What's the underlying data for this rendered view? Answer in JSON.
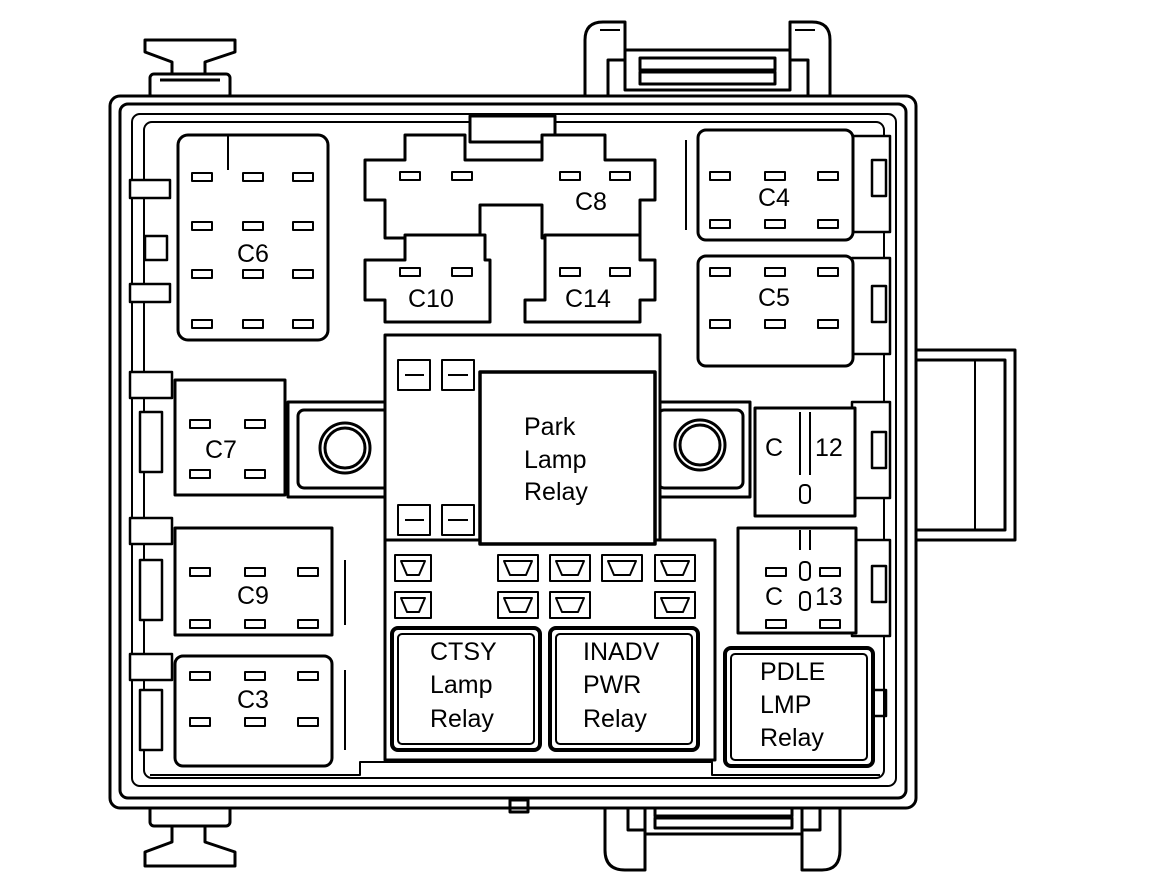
{
  "connectors": {
    "c6": "C6",
    "c8": "C8",
    "c4": "C4",
    "c10": "C10",
    "c14": "C14",
    "c5": "C5",
    "c7": "C7",
    "c12_left": "C",
    "c12_right": "12",
    "c9": "C9",
    "c13_left": "C",
    "c13_right": "13",
    "c3": "C3"
  },
  "relays": {
    "park": [
      "Park",
      "Lamp",
      "Relay"
    ],
    "ctsy": [
      "CTSY",
      "Lamp",
      "Relay"
    ],
    "inadv": [
      "INADV",
      "PWR",
      "Relay"
    ],
    "pdle": [
      "PDLE",
      "LMP",
      "Relay"
    ]
  },
  "colors": {
    "ink": "#000000",
    "paper": "#ffffff"
  }
}
